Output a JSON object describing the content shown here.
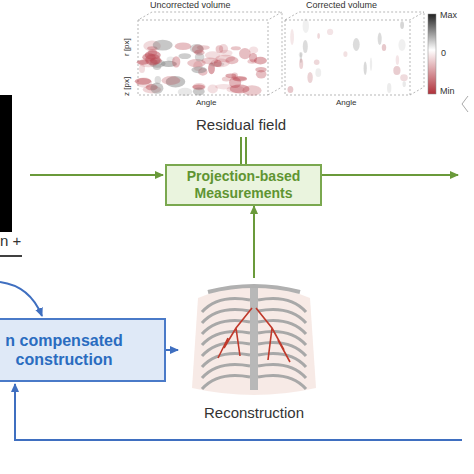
{
  "diagram": {
    "nodes": [
      {
        "text": [
          "Projection-based Measurements"
        ]
      },
      {
        "text": [
          "n compensated construction"
        ]
      },
      {
        "text": [
          "Reconstruction"
        ]
      }
    ],
    "edges": [
      {
        "from": 1,
        "to": 2,
        "arrow": "to"
      },
      {
        "from": 2,
        "to": 0,
        "arrow": "to"
      }
    ],
    "labels": [
      "Uncorrected volume",
      "Corrected volume",
      "r [px]",
      "z [px]",
      "Angle",
      "Angle",
      "Max",
      "0",
      "Min",
      "Residual field",
      "n +"
    ]
  }
}
